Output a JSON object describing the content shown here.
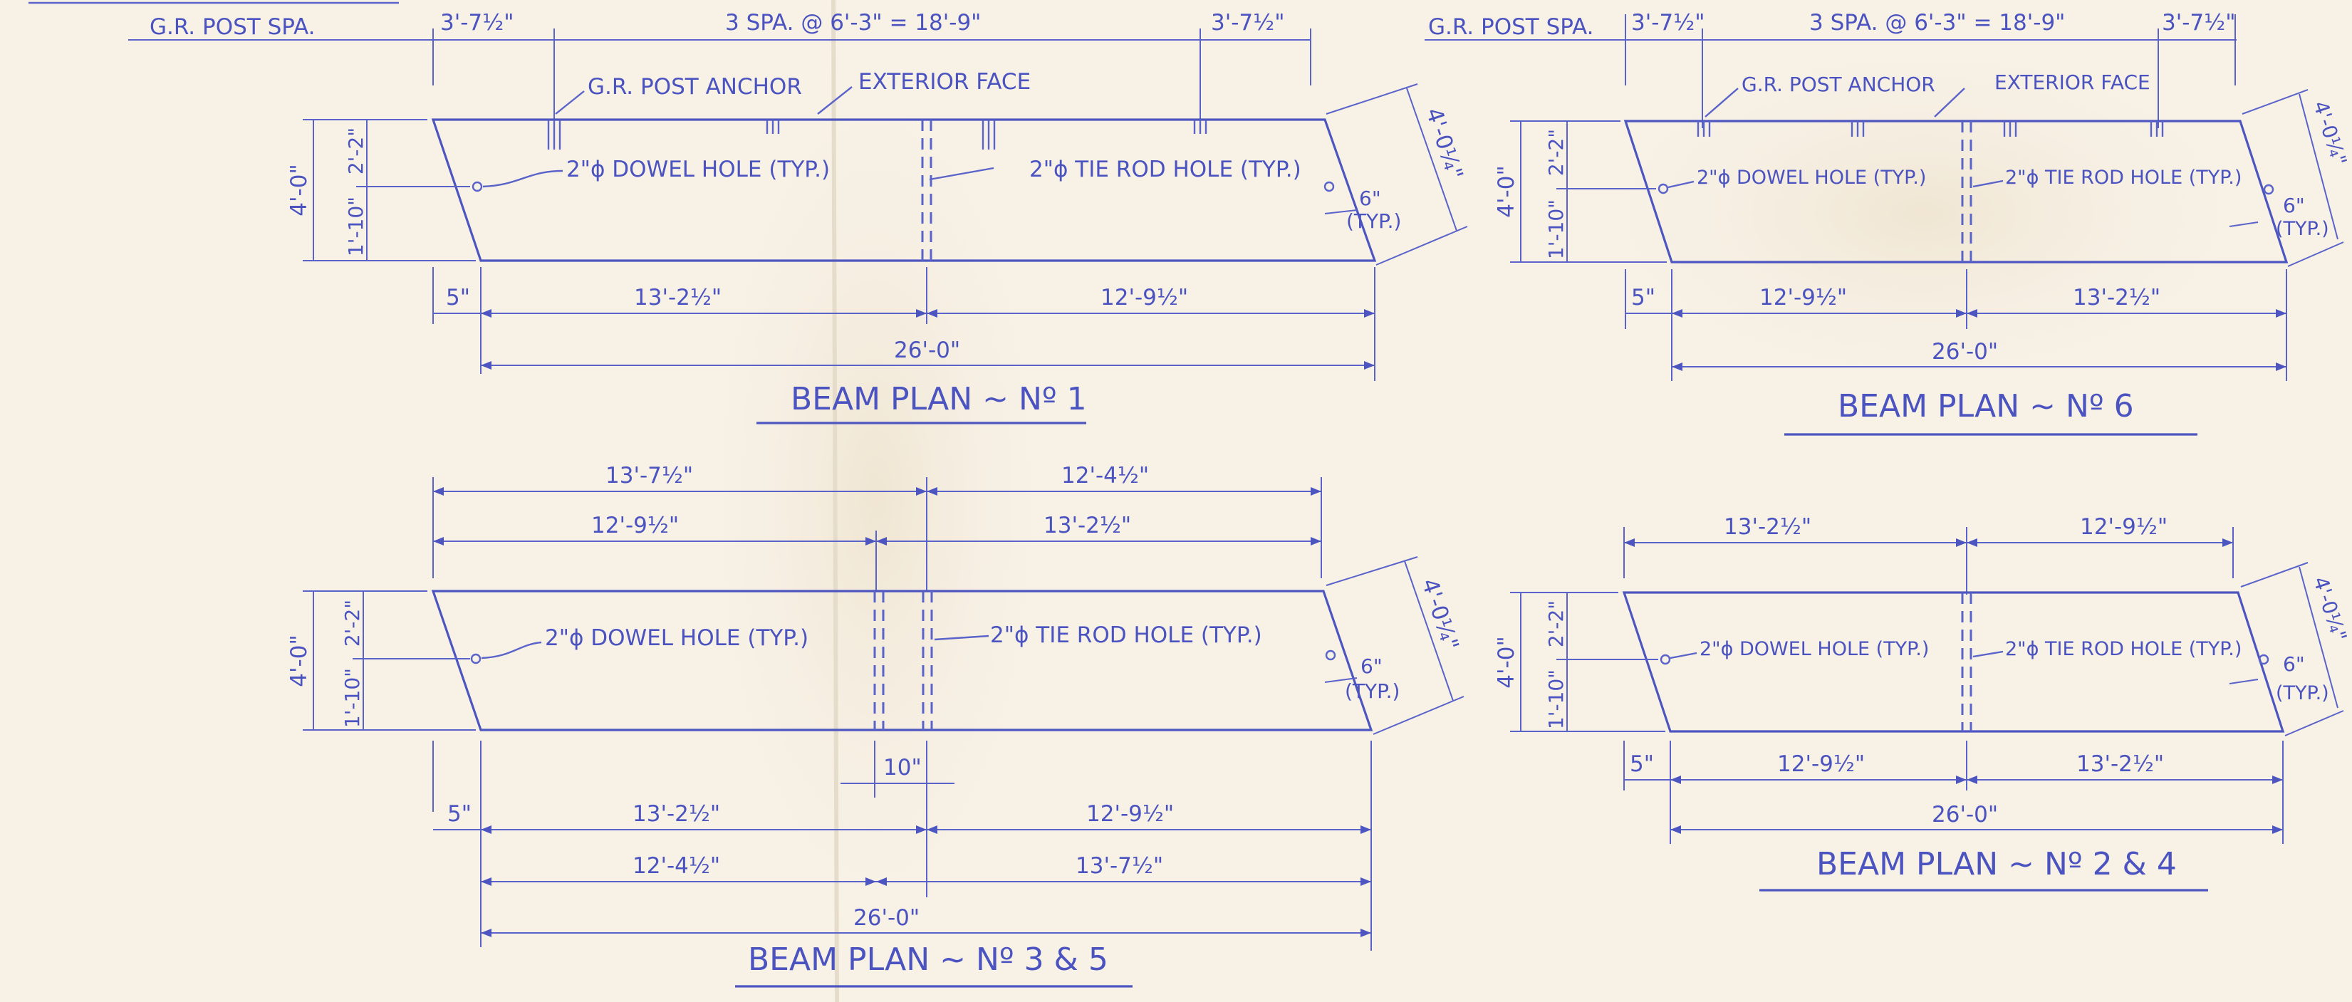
{
  "colors": {
    "paper": "#f7f1e6",
    "ink": "#4d56c0"
  },
  "plans": {
    "p1": {
      "title": "BEAM PLAN ~ Nº 1",
      "post_spacing_label": "G.R. POST SPA.",
      "top_dims": [
        "3'-7½\"",
        "3 SPA. @ 6'-3\" = 18'-9\"",
        "3'-7½\""
      ],
      "notes": {
        "post_anchor": "G.R. POST ANCHOR",
        "exterior_face": "EXTERIOR FACE",
        "dowel": "2\"ϕ DOWEL HOLE (TYP.)",
        "tie_rod": "2\"ϕ TIE ROD HOLE (TYP.)"
      },
      "width": "4'-0\"",
      "hole_offsets": [
        "1'-10\"",
        "2'-2\""
      ],
      "skew_width": "4'-0¼\"",
      "edge_dist": "6\"",
      "edge_typ": "(TYP.)",
      "bottom_dims": [
        "5\"",
        "13'-2½\"",
        "12'-9½\""
      ],
      "total": "26'-0\""
    },
    "p6": {
      "title": "BEAM PLAN ~ Nº 6",
      "post_spacing_label": "G.R. POST SPA.",
      "top_dims": [
        "3'-7½\"",
        "3 SPA. @ 6'-3\" = 18'-9\"",
        "3'-7½\""
      ],
      "notes": {
        "post_anchor": "G.R. POST ANCHOR",
        "exterior_face": "EXTERIOR FACE",
        "dowel": "2\"ϕ DOWEL HOLE (TYP.)",
        "tie_rod": "2\"ϕ TIE ROD HOLE (TYP.)"
      },
      "width": "4'-0\"",
      "hole_offsets": [
        "1'-10\"",
        "2'-2\""
      ],
      "skew_width": "4'-0¼\"",
      "edge_dist": "6\"",
      "edge_typ": "(TYP.)",
      "bottom_dims": [
        "5\"",
        "12'-9½\"",
        "13'-2½\""
      ],
      "total": "26'-0\""
    },
    "p35": {
      "title": "BEAM PLAN ~ Nº 3 & 5",
      "top_dims_row1": [
        "13'-7½\"",
        "12'-4½\""
      ],
      "top_dims_row2": [
        "12'-9½\"",
        "13'-2½\""
      ],
      "notes": {
        "dowel": "2\"ϕ DOWEL HOLE (TYP.)",
        "tie_rod": "2\"ϕ TIE ROD HOLE (TYP.)"
      },
      "width": "4'-0\"",
      "hole_offsets": [
        "1'-10\"",
        "2'-2\""
      ],
      "skew_width": "4'-0¼\"",
      "edge_dist": "6\"",
      "edge_typ": "(TYP.)",
      "gap": "10\"",
      "bottom_dims_row1": [
        "5\"",
        "13'-2½\"",
        "12'-9½\""
      ],
      "bottom_dims_row2": [
        "12'-4½\"",
        "13'-7½\""
      ],
      "total": "26'-0\""
    },
    "p24": {
      "title": "BEAM PLAN ~ Nº 2 & 4",
      "top_dims": [
        "13'-2½\"",
        "12'-9½\""
      ],
      "notes": {
        "dowel": "2\"ϕ DOWEL HOLE (TYP.)",
        "tie_rod": "2\"ϕ TIE ROD HOLE (TYP.)"
      },
      "width": "4'-0\"",
      "hole_offsets": [
        "1'-10\"",
        "2'-2\""
      ],
      "skew_width": "4'-0¼\"",
      "edge_dist": "6\"",
      "edge_typ": "(TYP.)",
      "bottom_dims": [
        "5\"",
        "12'-9½\"",
        "13'-2½\""
      ],
      "total": "26'-0\""
    }
  }
}
